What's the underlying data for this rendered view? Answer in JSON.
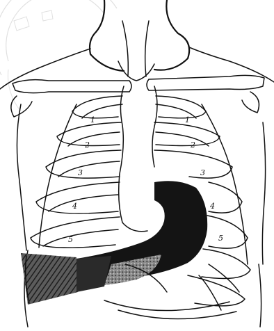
{
  "rib_labels": {
    "right": [
      "1",
      "2",
      "3",
      "4",
      "5"
    ],
    "left": [
      "1",
      "2",
      "3",
      "4",
      "5"
    ]
  },
  "colors": {
    "ink": "#111111",
    "paper": "#ffffff",
    "shading_dark": "#141414",
    "shading_mid": "#4a4a4a",
    "shading_light": "#8a8a8a",
    "stamp": "#c8c8c8"
  }
}
